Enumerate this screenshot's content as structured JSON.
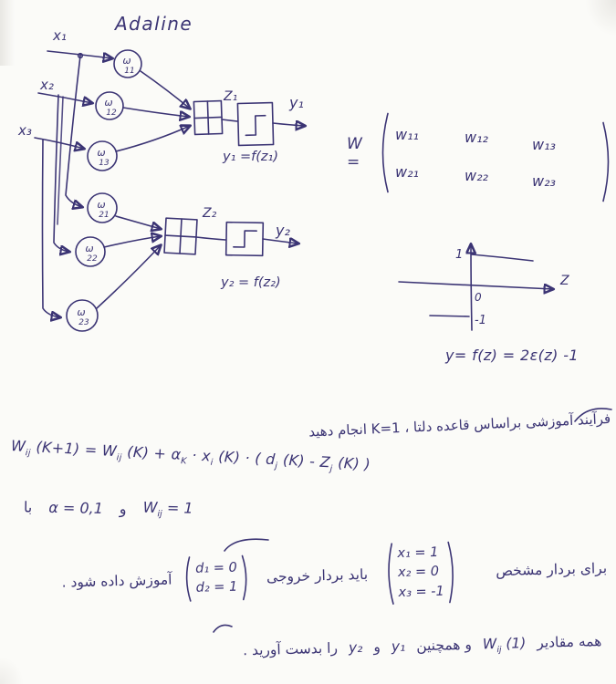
{
  "colors": {
    "ink": "#3b3474",
    "paper": "#fbfbf8"
  },
  "title": "Adaline",
  "network": {
    "inputs": [
      "x₁",
      "x₂",
      "x₃"
    ],
    "weights": [
      {
        "top": "ω",
        "sub": "11"
      },
      {
        "top": "ω",
        "sub": "12"
      },
      {
        "top": "ω",
        "sub": "13"
      },
      {
        "top": "ω",
        "sub": "21"
      },
      {
        "top": "ω",
        "sub": "22"
      },
      {
        "top": "ω",
        "sub": "23"
      }
    ],
    "z_labels": [
      "Z₁",
      "Z₂"
    ],
    "y_labels": [
      "y₁",
      "y₂"
    ],
    "eq": [
      "y₁ =f(z₁)",
      "y₂ = f(z₂)"
    ]
  },
  "matrix": {
    "lhs": "W =",
    "rows": [
      [
        "w₁₁",
        "w₁₂",
        "w₁₃"
      ],
      [
        "w₂₁",
        "w₂₂",
        "w₂₃"
      ]
    ]
  },
  "graph": {
    "tick_one": "1",
    "tick_zero": "0",
    "tick_minus_one": "-1",
    "axis_label": "Z"
  },
  "activation_eq": "y= f(z) = 2ε(z) -1",
  "persian_line1": "فرآیند آموزشی براساس قاعده دلتا ، K=1 انجام دهید",
  "delta_rule": [
    {
      "t": "W"
    },
    {
      "s": "ij"
    },
    {
      "t": " (K+1) = W"
    },
    {
      "s": "ij"
    },
    {
      "t": " (K) + α"
    },
    {
      "s": "K"
    },
    {
      "t": " · x"
    },
    {
      "s": "i"
    },
    {
      "t": " (K) · ( d"
    },
    {
      "s": "j"
    },
    {
      "t": " (K) - Z"
    },
    {
      "s": "j"
    },
    {
      "t": " (K) )"
    }
  ],
  "params": {
    "with": "با",
    "alpha": "α = 0,1",
    "and": "و",
    "wij": [
      {
        "t": "W"
      },
      {
        "s": "ij"
      },
      {
        "t": " = 1"
      }
    ]
  },
  "task": {
    "for_vector": "برای بردار مشخص",
    "x_vector": [
      "x₁ = 1",
      "x₂ = 0",
      "x₃ = -1"
    ],
    "must_output": "باید بردار خروجی",
    "d_vector": [
      "d₁ = 0",
      "d₂ = 1"
    ],
    "be_trained": "آموزش داده شود ."
  },
  "final_line": {
    "all_values": "همه مقادیر",
    "wij_k1": [
      {
        "t": "W"
      },
      {
        "s": "ij"
      },
      {
        "t": " (1)"
      }
    ],
    "and_also": "و همچنین",
    "y1": "y₁",
    "and": "و",
    "y2": "y₂",
    "obtain": "را بدست آورید ."
  }
}
